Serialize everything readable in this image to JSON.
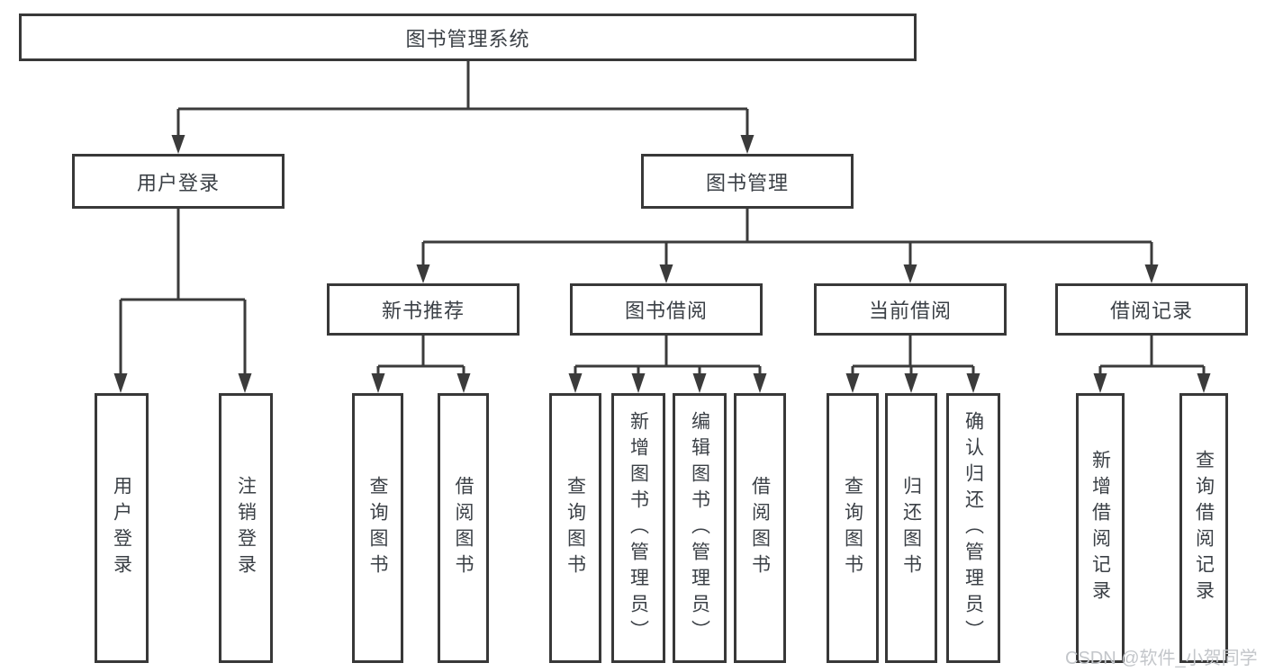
{
  "tree": {
    "root": "图书管理系统",
    "level2": [
      {
        "label": "用户登录",
        "leaves": [
          "用户登录",
          "注销登录"
        ]
      },
      {
        "label": "图书管理",
        "children": [
          {
            "label": "新书推荐",
            "leaves": [
              "查询图书",
              "借阅图书"
            ]
          },
          {
            "label": "图书借阅",
            "leaves": [
              "查询图书",
              "新增图书（管理员）",
              "编辑图书（管理员）",
              "借阅图书"
            ]
          },
          {
            "label": "当前借阅",
            "leaves": [
              "查询图书",
              "归还图书",
              "确认归还（管理员）"
            ]
          },
          {
            "label": "借阅记录",
            "leaves": [
              "新增借阅记录",
              "查询借阅记录"
            ]
          }
        ]
      }
    ]
  },
  "colors": {
    "line": "#3b3b3b",
    "border": "#383838",
    "text": "#3b4046",
    "watermark": "#c3c6ca"
  },
  "watermark": "CSDN @软件_小贺同学"
}
